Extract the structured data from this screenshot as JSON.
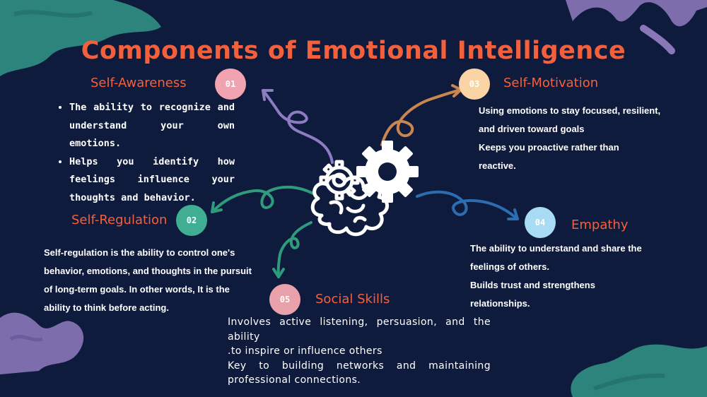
{
  "title": "Components of Emotional Intelligence",
  "colors": {
    "background": "#0f1b3d",
    "accent": "#f4603b",
    "teal_decoration": "#2f8a80",
    "purple_decoration": "#8a77b8"
  },
  "center_icon": "brain-with-gears-icon",
  "components": {
    "self_awareness": {
      "number": "01",
      "heading": "Self-Awareness",
      "badge_color": "#f2a3b1",
      "bullets": [
        "The ability to recognize and understand your own emotions.",
        "Helps you identify how feelings influence your thoughts and behavior."
      ]
    },
    "self_regulation": {
      "number": "02",
      "heading": "Self-Regulation",
      "badge_color": "#3fae93",
      "lines": [
        "Self-regulation is the ability to control one's",
        "behavior, emotions, and thoughts in the pursuit",
        "of long-term goals. In other words, It is the",
        "ability to think before acting."
      ]
    },
    "self_motivation": {
      "number": "03",
      "heading": "Self-Motivation",
      "badge_color": "#fad4a5",
      "lines": [
        "Using emotions to stay focused, resilient,",
        "and driven toward goals",
        "Keeps you proactive rather than",
        "reactive."
      ]
    },
    "empathy": {
      "number": "04",
      "heading": "Empathy",
      "badge_color": "#a8dcf5",
      "lines": [
        "The ability to understand and share the",
        "feelings of others.",
        "Builds trust and strengthens",
        "relationships."
      ]
    },
    "social_skills": {
      "number": "05",
      "heading": "Social Skills",
      "badge_color": "#e9a2ac",
      "lines": [
        "Involves active listening, persuasion, and the ability",
        ".to inspire or influence others",
        "Key to building networks and maintaining",
        "professional connections."
      ]
    }
  }
}
